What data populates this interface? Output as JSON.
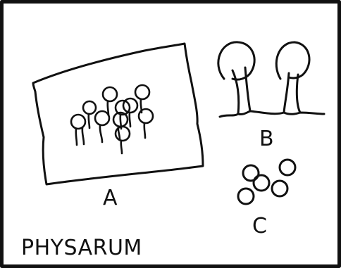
{
  "figure": {
    "title": "PHYSARUM",
    "labels": {
      "a": "A",
      "b": "B",
      "c": "C"
    },
    "colors": {
      "ink": "#111111",
      "background": "#ffffff"
    }
  }
}
